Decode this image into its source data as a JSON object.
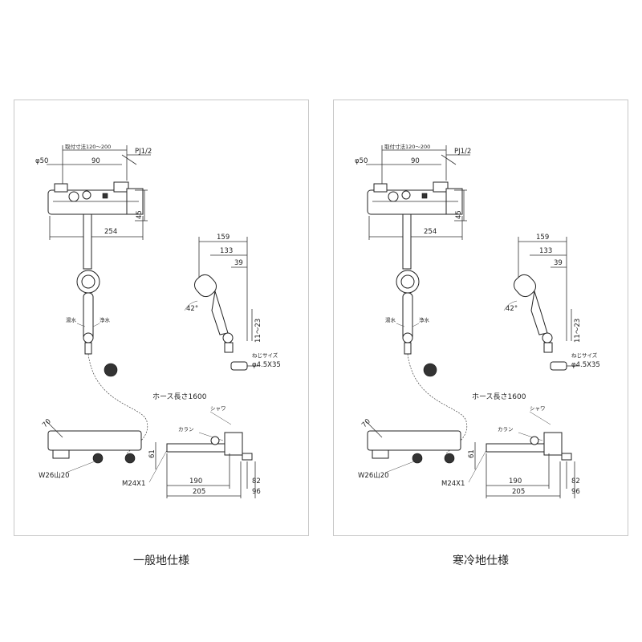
{
  "panels": [
    {
      "caption": "一般地仕様",
      "labels": {
        "mount_range": "取付寸法120～200",
        "pj": "PJ1/2",
        "phi50": "φ50",
        "d90": "90",
        "d45": "45",
        "d254": "254",
        "d159": "159",
        "d133": "133",
        "d39": "39",
        "angle": "42°",
        "d11_23": "11～23",
        "hot": "湯水",
        "clean": "浄水",
        "screw_size": "ねじサイズ",
        "screw": "φ4.5X35",
        "hose_length": "ホース長さ1600",
        "shower": "シャワ",
        "karan": "カラン",
        "d70": "70",
        "w26": "W26山20",
        "m24": "M24X1",
        "d61": "61",
        "d190": "190",
        "d205": "205",
        "d82": "82",
        "d96": "96"
      }
    },
    {
      "caption": "寒冷地仕様",
      "labels": {
        "mount_range": "取付寸法120～200",
        "pj": "PJ1/2",
        "phi50": "φ50",
        "d90": "90",
        "d45": "45",
        "d254": "254",
        "d159": "159",
        "d133": "133",
        "d39": "39",
        "angle": "42°",
        "d11_23": "11～23",
        "hot": "湯水",
        "clean": "浄水",
        "screw_size": "ねじサイズ",
        "screw": "φ4.5X35",
        "hose_length": "ホース長さ1600",
        "shower": "シャワ",
        "karan": "カラン",
        "d70": "70",
        "w26": "W26山20",
        "m24": "M24X1",
        "d61": "61",
        "d190": "190",
        "d205": "205",
        "d82": "82",
        "d96": "96"
      }
    }
  ]
}
